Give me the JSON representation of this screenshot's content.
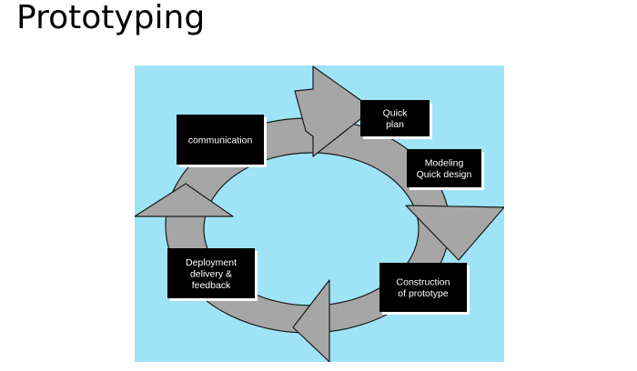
{
  "title": "Prototyping",
  "colors": {
    "background": "#9fe3f7",
    "ring": "#a6a6a6",
    "ring_stroke": "#1a1a1a",
    "box_fill": "#000000",
    "box_text": "#ffffff",
    "box_shadow": "#ffffff"
  },
  "stages": [
    {
      "id": "communication",
      "lines": [
        "communication"
      ]
    },
    {
      "id": "quick-plan",
      "lines": [
        "Quick",
        "plan"
      ]
    },
    {
      "id": "modeling",
      "lines": [
        "Modeling",
        "Quick design"
      ]
    },
    {
      "id": "construction",
      "lines": [
        "Construction",
        "of prototype"
      ]
    },
    {
      "id": "deployment",
      "lines": [
        "Deployment",
        "delivery &",
        "feedback"
      ]
    }
  ]
}
